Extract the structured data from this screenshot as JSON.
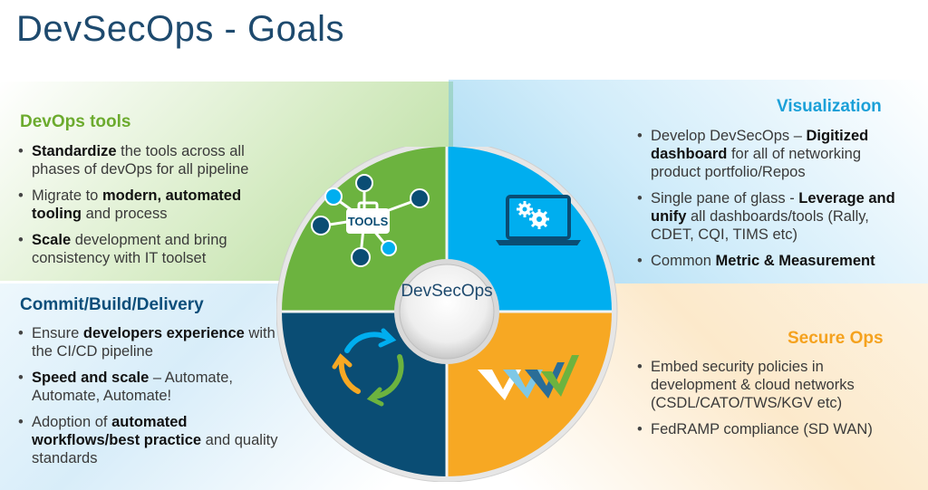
{
  "title": "DevSecOps - Goals",
  "center_label": "DevSecOps",
  "tools_badge": "TOOLS",
  "colors": {
    "green": "#6cb33f",
    "blue": "#00aeef",
    "navy": "#0a4d74",
    "orange": "#f7a823",
    "title": "#1e4a6e"
  },
  "sections": {
    "devops_tools": {
      "heading": "DevOps tools",
      "bullets": [
        [
          {
            "b": "Standardize"
          },
          {
            "t": " the tools across all phases of devOps for all pipeline"
          }
        ],
        [
          {
            "t": "Migrate to "
          },
          {
            "b": "modern, automated tooling"
          },
          {
            "t": " and process"
          }
        ],
        [
          {
            "b": "Scale"
          },
          {
            "t": " development and bring consistency with IT toolset"
          }
        ]
      ]
    },
    "commit_build_delivery": {
      "heading": "Commit/Build/Delivery",
      "bullets": [
        [
          {
            "t": "Ensure "
          },
          {
            "b": "developers experience"
          },
          {
            "t": " with the CI/CD pipeline"
          }
        ],
        [
          {
            "b": "Speed and scale"
          },
          {
            "t": " – Automate, Automate, Automate!"
          }
        ],
        [
          {
            "t": "Adoption of "
          },
          {
            "b": "automated workflows/best practice"
          },
          {
            "t": " and quality standards"
          }
        ]
      ]
    },
    "visualization": {
      "heading": "Visualization",
      "bullets": [
        [
          {
            "t": "Develop DevSecOps – "
          },
          {
            "b": "Digitized dashboard"
          },
          {
            "t": " for all of networking product portfolio/Repos"
          }
        ],
        [
          {
            "t": "Single pane of glass - "
          },
          {
            "b": "Leverage and unify"
          },
          {
            "t": " all dashboards/tools (Rally, CDET, CQI, TIMS etc)"
          }
        ],
        [
          {
            "t": "Common "
          },
          {
            "b": "Metric & Measurement"
          }
        ]
      ]
    },
    "secure_ops": {
      "heading": "Secure Ops",
      "bullets": [
        [
          {
            "t": "Embed security policies in development & cloud networks (CSDL/CATO/TWS/KGV etc)"
          }
        ],
        [
          {
            "t": "FedRAMP compliance (SD WAN)"
          }
        ]
      ]
    }
  },
  "icons": {
    "top_left": "tools-hub-icon",
    "top_right": "laptop-gears-icon",
    "bottom_left": "cycle-arrows-icon",
    "bottom_right": "checkmarks-logo-icon"
  }
}
